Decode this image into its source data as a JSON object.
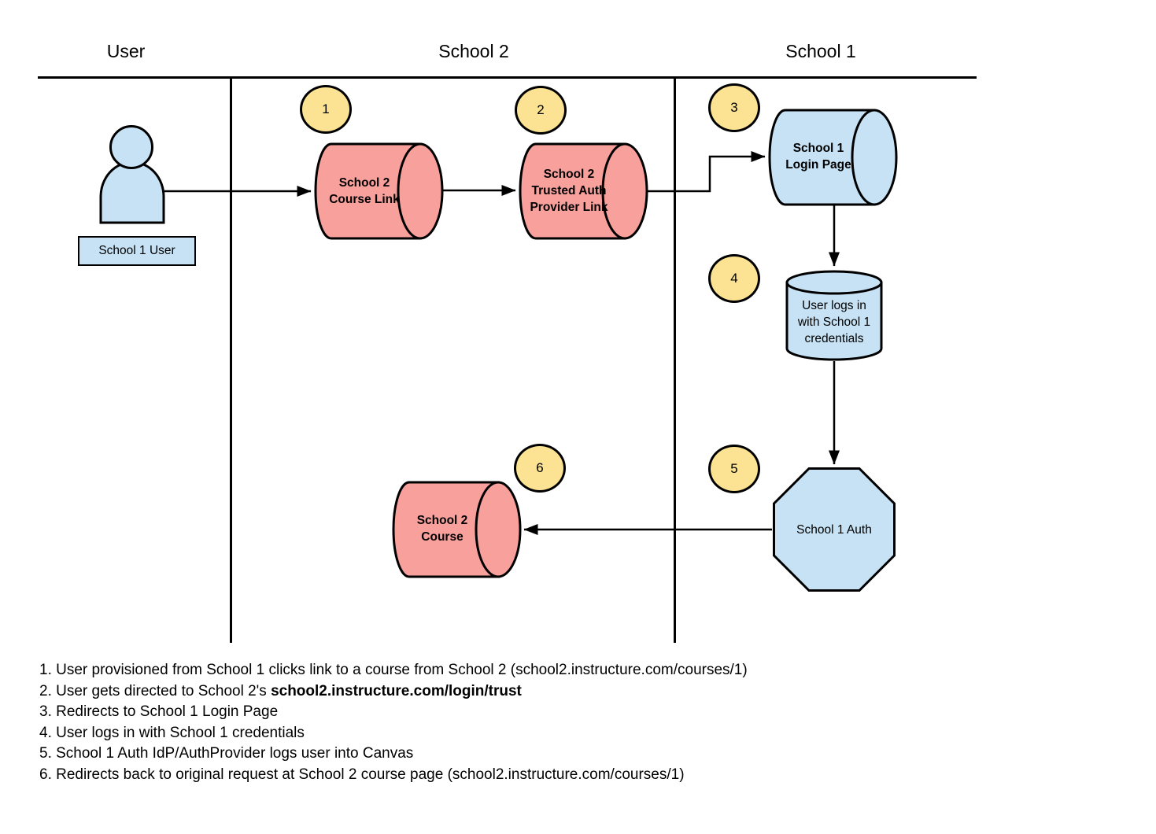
{
  "title": "Trusted auth cross-school login flow",
  "colors": {
    "node_blue": "#C6E2F4",
    "node_pink": "#F8A09B",
    "badge_yellow": "#FBE393",
    "stroke": "#000000",
    "background": "#FFFFFF"
  },
  "lanes": [
    {
      "label": "User"
    },
    {
      "label": "School 2"
    },
    {
      "label": "School 1"
    }
  ],
  "badges": [
    "1",
    "2",
    "3",
    "4",
    "5",
    "6"
  ],
  "nodes": {
    "actor_label": "School 1 User",
    "course_link": "School 2\nCourse Link",
    "trusted_auth_link": "School 2\nTrusted Auth\nProvider Link",
    "login_page": "School 1\nLogin Page",
    "credentials": "User logs in\nwith School 1\ncredentials",
    "auth": "School 1 Auth",
    "course": "School 2\nCourse"
  },
  "steps": [
    {
      "text": "1. User provisioned from School 1 clicks link to a course from School 2 (school2.instructure.com/courses/1)",
      "bold": ""
    },
    {
      "text": "2. User gets directed to School 2's ",
      "bold": "school2.instructure.com/login/trust"
    },
    {
      "text": "3. Redirects to School 1 Login Page",
      "bold": ""
    },
    {
      "text": "4. User logs in with School 1 credentials",
      "bold": ""
    },
    {
      "text": "5. School 1 Auth IdP/AuthProvider logs user into Canvas",
      "bold": ""
    },
    {
      "text": "6. Redirects back to original request at School 2 course page (school2.instructure.com/courses/1)",
      "bold": ""
    }
  ]
}
